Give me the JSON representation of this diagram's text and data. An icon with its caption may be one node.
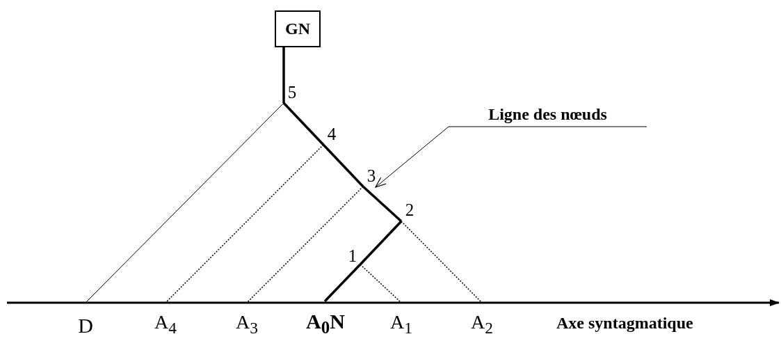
{
  "diagram": {
    "nodes": [
      {
        "text": [
          "GN"
        ]
      },
      {
        "text": [
          "5"
        ]
      },
      {
        "text": [
          "4"
        ]
      },
      {
        "text": [
          "3"
        ]
      },
      {
        "text": [
          "2"
        ]
      },
      {
        "text": [
          "1"
        ]
      },
      {
        "text": [
          "D"
        ]
      },
      {
        "text": [
          "A$_{4}$"
        ]
      },
      {
        "text": [
          "A$_{3}$"
        ]
      },
      {
        "text": [
          "A$_{0}$N"
        ]
      },
      {
        "text": [
          "A$_{1}$"
        ]
      },
      {
        "text": [
          "A$_{2}$"
        ]
      },
      {
        "text": [
          "Ligne des nœuds"
        ]
      }
    ],
    "edges": [
      {
        "from": 0,
        "to": 1,
        "arrow": "none",
        "style": "thick"
      },
      {
        "from": 1,
        "to": 2,
        "arrow": "none",
        "style": "thick"
      },
      {
        "from": 2,
        "to": 3,
        "arrow": "none",
        "style": "thick"
      },
      {
        "from": 3,
        "to": 4,
        "arrow": "none",
        "style": "thick"
      },
      {
        "from": 4,
        "to": 5,
        "arrow": "none",
        "style": "thick"
      },
      {
        "from": 5,
        "to": 9,
        "arrow": "none",
        "style": "thick"
      },
      {
        "from": 1,
        "to": 6,
        "arrow": "none"
      },
      {
        "from": 2,
        "to": 7,
        "arrow": "none",
        "style": "dashed"
      },
      {
        "from": 3,
        "to": 8,
        "arrow": "none",
        "style": "dashed"
      },
      {
        "from": 4,
        "to": 11,
        "arrow": "none",
        "style": "dashed"
      },
      {
        "from": 5,
        "to": 10,
        "arrow": "none",
        "style": "dashed"
      },
      {
        "from": 12,
        "to": 3,
        "arrow": "to"
      }
    ],
    "labels": [
      "Axe syntagmatique"
    ]
  }
}
